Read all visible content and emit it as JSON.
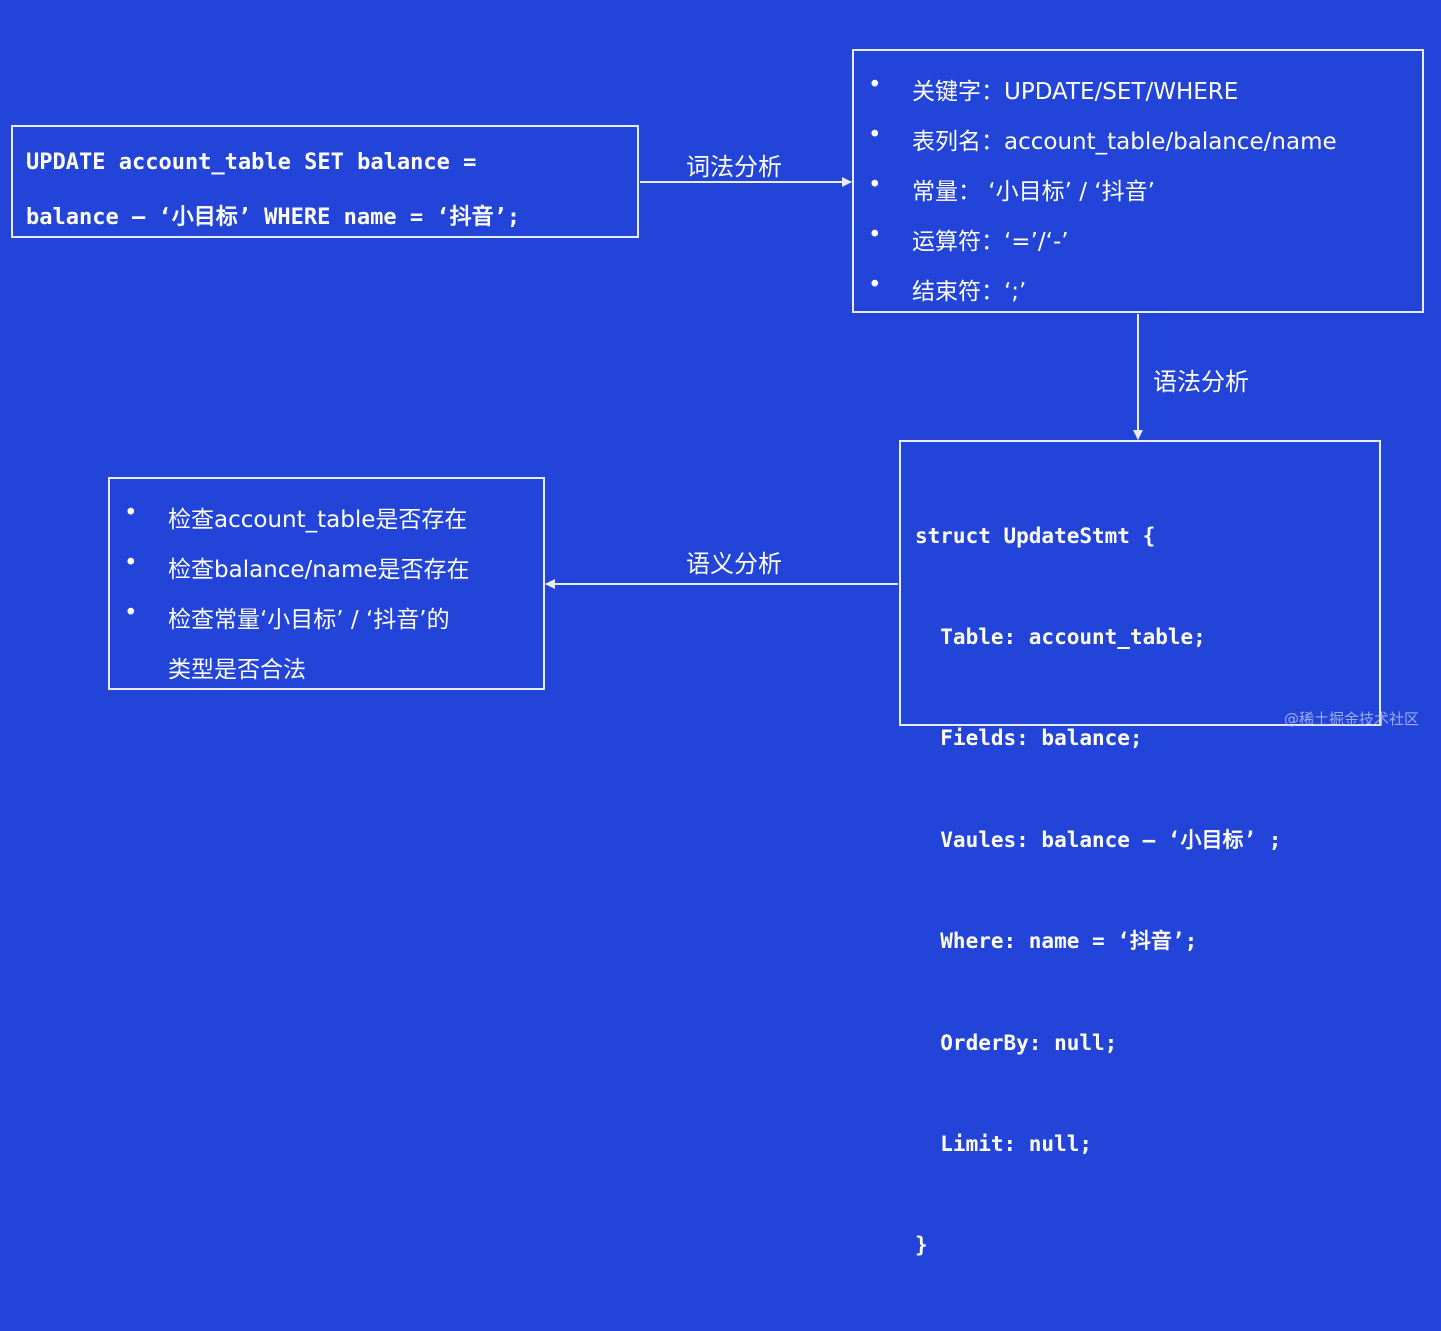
{
  "sql_box": {
    "line1": "UPDATE account_table SET balance =",
    "line2": "balance – ‘小目标’ WHERE name = ‘抖音’;"
  },
  "lexical": {
    "label": "词法分析",
    "items": [
      "关键字：UPDATE/SET/WHERE",
      "表列名：account_table/balance/name",
      "常量： ‘小目标’ / ‘抖音’",
      "运算符：‘=’/‘-’",
      "结束符：‘;’"
    ]
  },
  "syntax": {
    "label": "语法分析",
    "code_lines": [
      "struct UpdateStmt {",
      "  Table: account_table;",
      "  Fields: balance;",
      "  Vaules: balance – ‘小目标’ ;",
      "  Where: name = ‘抖音’;",
      "  OrderBy: null;",
      "  Limit: null;",
      "}"
    ]
  },
  "semantic": {
    "label": "语义分析",
    "items": [
      "检查account_table是否存在",
      "检查balance/name是否存在",
      "检查常量‘小目标’ / ‘抖音’的",
      "类型是否合法"
    ]
  },
  "bullet_symbol": "•",
  "watermark": "@稀土掘金技术社区",
  "colors": {
    "background": "#2244d9",
    "foreground": "#ffffff",
    "border": "#e8ecff"
  }
}
